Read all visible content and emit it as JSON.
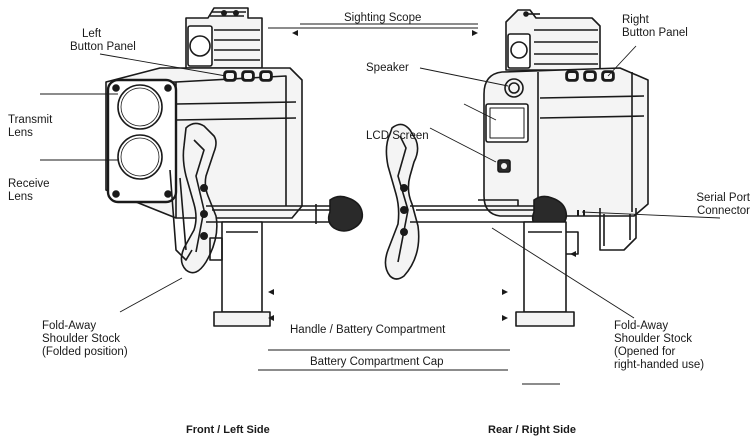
{
  "labels": {
    "sighting_scope": "Sighting Scope",
    "left_button_panel": [
      "Left",
      "Button Panel"
    ],
    "right_button_panel": [
      "Right",
      "Button Panel"
    ],
    "transmit_lens": [
      "Transmit",
      "Lens"
    ],
    "receive_lens": [
      "Receive",
      "Lens"
    ],
    "speaker": "Speaker",
    "lcd_screen": "LCD Screen",
    "serial_port_connector": [
      "Serial Port",
      "Connector"
    ],
    "handle_battery_compartment": "Handle / Battery Compartment",
    "battery_compartment_cap": "Battery Compartment Cap",
    "stock_folded": [
      "Fold-Away",
      "Shoulder Stock",
      "(Folded position)"
    ],
    "stock_opened": [
      "Fold-Away",
      "Shoulder Stock",
      "(Opened for",
      "right-handed use)"
    ]
  },
  "captions": {
    "front": "Front / Left Side",
    "rear": "Rear / Right Side"
  },
  "colors": {
    "body_fill": "#f4f4f4",
    "line": "#1a1a1a",
    "dark": "#2a2a2a"
  }
}
